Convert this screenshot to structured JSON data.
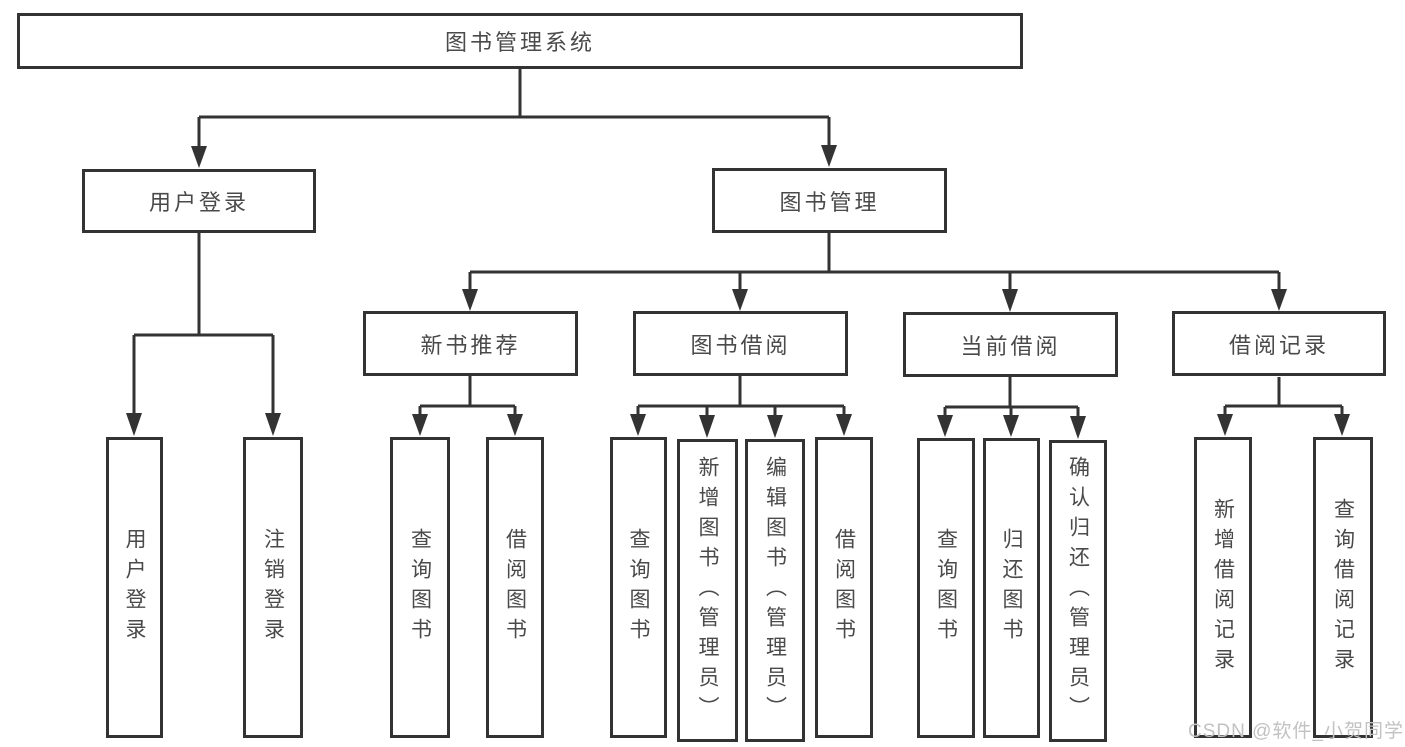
{
  "tree": {
    "root": {
      "label": "图书管理系统",
      "children": [
        {
          "label": "用户登录",
          "children": [
            {
              "label": "用户登录"
            },
            {
              "label": "注销登录"
            }
          ]
        },
        {
          "label": "图书管理",
          "children": [
            {
              "label": "新书推荐",
              "children": [
                {
                  "label": "查询图书"
                },
                {
                  "label": "借阅图书"
                }
              ]
            },
            {
              "label": "图书借阅",
              "children": [
                {
                  "label": "查询图书"
                },
                {
                  "label": "新增图书（管理员）"
                },
                {
                  "label": "编辑图书（管理员）"
                },
                {
                  "label": "借阅图书"
                }
              ]
            },
            {
              "label": "当前借阅",
              "children": [
                {
                  "label": "查询图书"
                },
                {
                  "label": "归还图书"
                },
                {
                  "label": "确认归还（管理员）"
                }
              ]
            },
            {
              "label": "借阅记录",
              "children": [
                {
                  "label": "新增借阅记录"
                },
                {
                  "label": "查询借阅记录"
                }
              ]
            }
          ]
        }
      ]
    }
  },
  "watermark": {
    "text": "CSDN @软件_小贺同学"
  },
  "colors": {
    "line": "#333333",
    "node_text": "#4a4a4a",
    "watermark_text": "#c2c2c2",
    "background": "#ffffff"
  }
}
